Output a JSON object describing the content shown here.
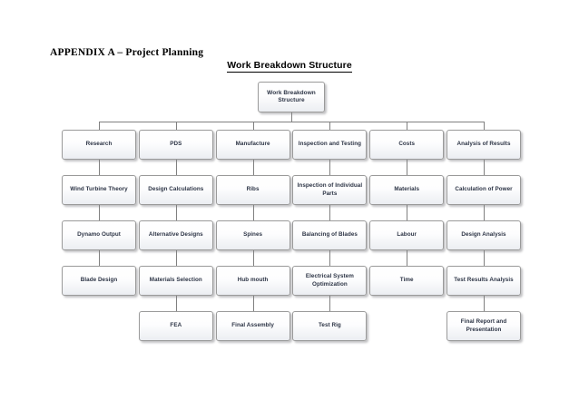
{
  "page": {
    "appendix_title": "APPENDIX A – Project Planning",
    "chart_heading": "Work Breakdown Structure"
  },
  "colors": {
    "box_border": "#9a9a9a",
    "box_fill_top": "#ffffff",
    "box_fill_bottom": "#eceef2",
    "box_text": "#2c3445",
    "connector": "#808080",
    "page_background": "#ffffff"
  },
  "chart_data": {
    "type": "diagram",
    "diagram_kind": "work-breakdown-structure",
    "title": "Work Breakdown Structure",
    "root": {
      "id": "root",
      "label": "Work Breakdown Structure"
    },
    "columns": [
      {
        "index": 1,
        "nodes": [
          {
            "row": 1,
            "label": "Research"
          },
          {
            "row": 2,
            "label": "Wind Turbine Theory"
          },
          {
            "row": 3,
            "label": "Dynamo Output"
          },
          {
            "row": 4,
            "label": "Blade Design"
          }
        ]
      },
      {
        "index": 2,
        "nodes": [
          {
            "row": 1,
            "label": "PDS"
          },
          {
            "row": 2,
            "label": "Design Calculations"
          },
          {
            "row": 3,
            "label": "Alternative Designs"
          },
          {
            "row": 4,
            "label": "Materials Selection"
          },
          {
            "row": 5,
            "label": "FEA"
          }
        ]
      },
      {
        "index": 3,
        "nodes": [
          {
            "row": 1,
            "label": "Manufacture"
          },
          {
            "row": 2,
            "label": "Ribs"
          },
          {
            "row": 3,
            "label": "Spines"
          },
          {
            "row": 4,
            "label": "Hub mouth"
          },
          {
            "row": 5,
            "label": "Final Assembly"
          }
        ]
      },
      {
        "index": 4,
        "nodes": [
          {
            "row": 1,
            "label": "Inspection and Testing"
          },
          {
            "row": 2,
            "label": "Inspection of Individual Parts"
          },
          {
            "row": 3,
            "label": "Balancing of Blades"
          },
          {
            "row": 4,
            "label": "Electrical System Optimization"
          },
          {
            "row": 5,
            "label": "Test Rig"
          }
        ]
      },
      {
        "index": 5,
        "nodes": [
          {
            "row": 1,
            "label": "Costs"
          },
          {
            "row": 2,
            "label": "Materials"
          },
          {
            "row": 3,
            "label": "Labour"
          },
          {
            "row": 4,
            "label": "Time"
          }
        ]
      },
      {
        "index": 6,
        "nodes": [
          {
            "row": 1,
            "label": "Analysis of Results"
          },
          {
            "row": 2,
            "label": "Calculation of Power"
          },
          {
            "row": 3,
            "label": "Design Analysis"
          },
          {
            "row": 4,
            "label": "Test Results Analysis"
          },
          {
            "row": 5,
            "label": "Final Report and Presentation"
          }
        ]
      }
    ]
  }
}
